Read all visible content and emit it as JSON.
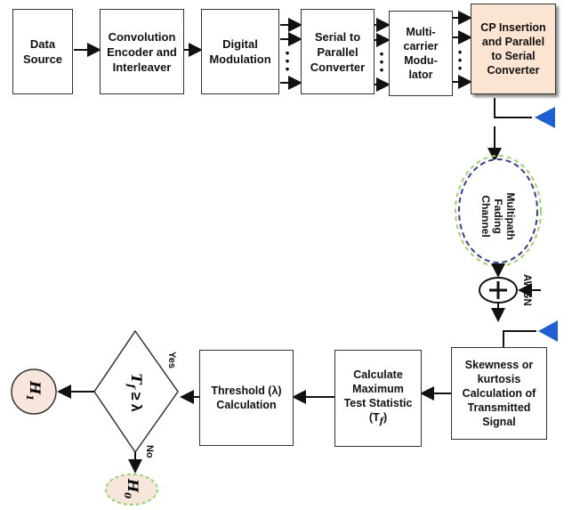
{
  "blocks": {
    "data_source": "Data\nSource",
    "conv_encoder": "Convolution\nEncoder and\nInterleaver",
    "digital_mod": "Digital\nModulation",
    "serial_parallel": "Serial to\nParallel\nConverter",
    "multicarrier": "Multi-\ncarrier\nModu-\nlator",
    "cp_insertion": "CP Insertion\nand Parallel\nto Serial\nConverter",
    "channel": "Multipath\nFading\nChannel",
    "awgn": "AWGN",
    "skewness": "Skewness or\nkurtosis\nCalculation of\nTransmitted\nSignal",
    "calc_max": "Calculate\nMaximum\nTest Statistic",
    "calc_max_symbol": "(T",
    "calc_max_sub": "f",
    "calc_max_close": ")",
    "threshold": "Threshold (λ)\nCalculation",
    "decision_T": "T",
    "decision_sub": "f",
    "decision_rest": "≥ λ",
    "yes": "Yes",
    "no": "No",
    "h1": "H",
    "h1_sub": "1",
    "h0": "H",
    "h0_sub": "0",
    "ellipsis": "•\n•\n•"
  },
  "colors": {
    "antenna": "#1e5fd6",
    "channel_dash": "#9ad56b",
    "cp_fill": "#fbe4d2",
    "hyp_fill": "#f7e6dc"
  }
}
